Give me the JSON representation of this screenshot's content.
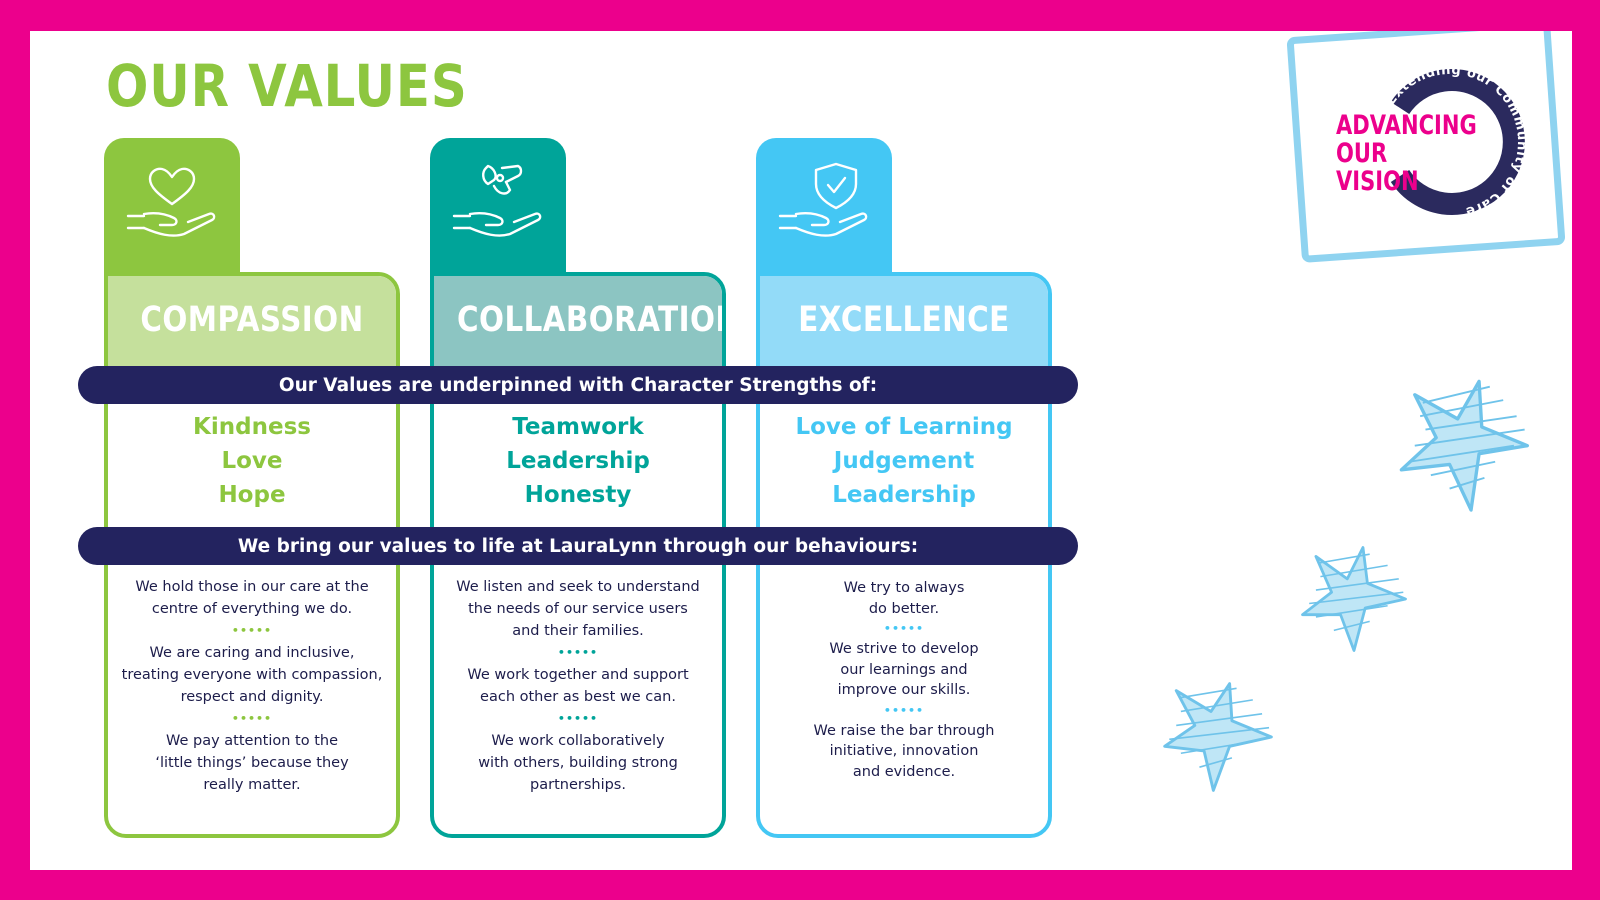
{
  "page": {
    "title": "OUR VALUES",
    "accent_pink": "#ec008c",
    "navy": "#23235f"
  },
  "logo": {
    "line1": "ADVANCING",
    "line2": "OUR VISION",
    "ring_text": "Extending our Community of Care",
    "icon": "logo-ring"
  },
  "banners": {
    "strengths": "Our Values are underpinned with Character Strengths of:",
    "behaviours": "We bring our values to life at LauraLynn through our behaviours:"
  },
  "values": [
    {
      "name": "COMPASSION",
      "icon": "heart-in-hand-icon",
      "color": "#8dc63f",
      "strengths": [
        "Kindness",
        "Love",
        "Hope"
      ],
      "behaviours": [
        "We hold those in our care at the\ncentre of everything we do.",
        "We are caring and inclusive,\ntreating everyone with compassion,\nrespect and dignity.",
        "We pay attention to the\n‘little things’ because they\nreally matter."
      ]
    },
    {
      "name": "COLLABORATION",
      "icon": "joined-hands-icon",
      "color": "#00a499",
      "strengths": [
        "Teamwork",
        "Leadership",
        "Honesty"
      ],
      "behaviours": [
        "We listen and seek to understand\nthe needs of our service users\nand their families.",
        "We work together and support\neach other as best we can.",
        "We work collaboratively\nwith others, building strong\npartnerships."
      ]
    },
    {
      "name": "EXCELLENCE",
      "icon": "shield-check-in-hand-icon",
      "color": "#44c7f4",
      "strengths": [
        "Love of Learning",
        "Judgement",
        "Leadership"
      ],
      "behaviours": [
        "We try to always\ndo better.",
        "We strive to develop\nour learnings and\nimprove our skills.",
        "We raise the bar through\ninitiative, innovation\nand evidence."
      ]
    }
  ],
  "decor": {
    "stars": 3,
    "star_color": "#8fd3f0"
  }
}
